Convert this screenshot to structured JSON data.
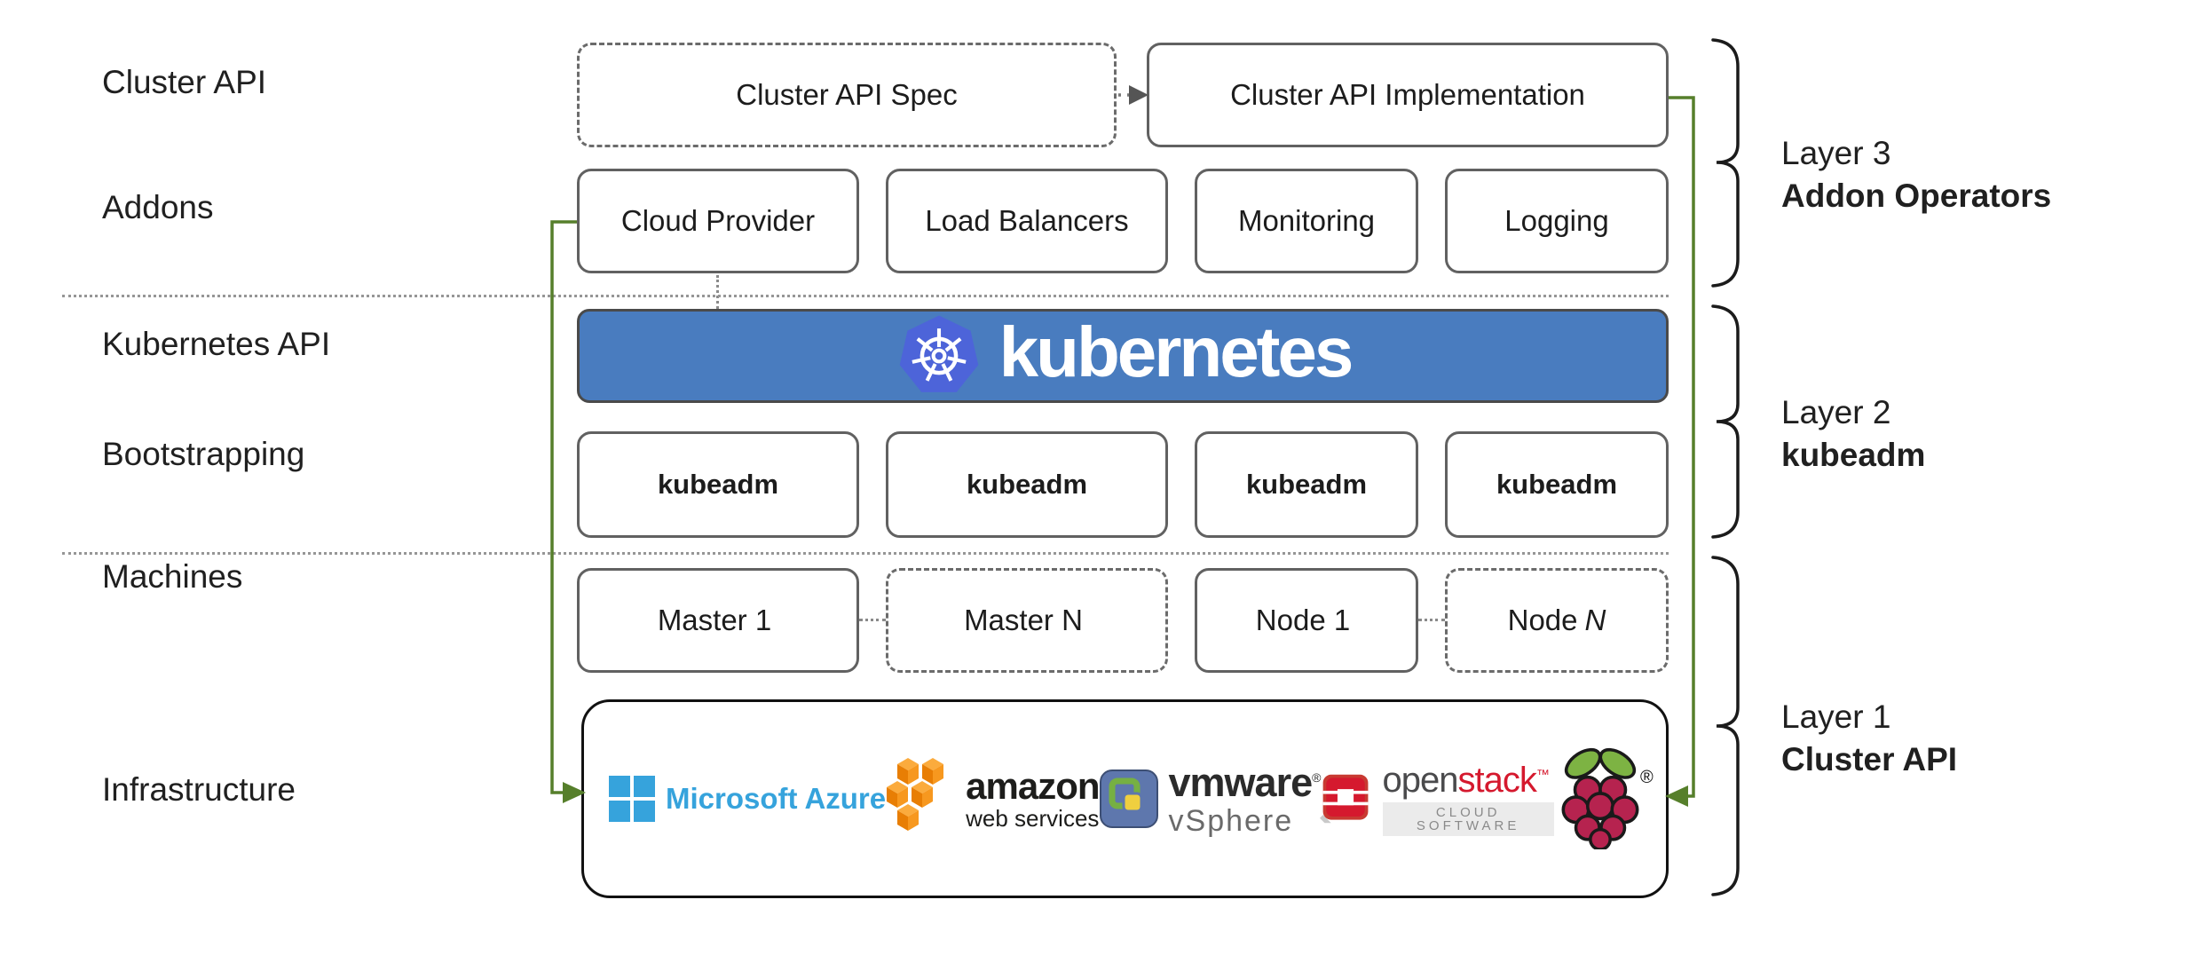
{
  "title": "Kubernetes Cluster API layered architecture",
  "colors": {
    "kubernetes_bar_blue": "#497CBF",
    "kubernetes_logo_blue": "#4D64D9",
    "connector_green": "#567F2B",
    "box_border_gray": "#616161",
    "azure_blue": "#36A3DC",
    "aws_orange": "#F7981F",
    "openstack_red": "#D5192E",
    "raspberry_crimson": "#B6234F",
    "leaf_green": "#7DB343"
  },
  "row_labels": {
    "cluster_api": "Cluster API",
    "addons": "Addons",
    "kubernetes_api": "Kubernetes API",
    "bootstrapping": "Bootstrapping",
    "machines": "Machines",
    "infrastructure": "Infrastructure"
  },
  "top_row": {
    "spec_label": "Cluster API Spec",
    "impl_label": "Cluster API Implementation"
  },
  "addons_row": {
    "items": [
      "Cloud Provider",
      "Load Balancers",
      "Monitoring",
      "Logging"
    ]
  },
  "kubernetes_bar": {
    "wordmark": "kubernetes"
  },
  "bootstrapping_row": {
    "items": [
      "kubeadm",
      "kubeadm",
      "kubeadm",
      "kubeadm"
    ]
  },
  "machines_row": {
    "items": [
      {
        "label": "Master 1",
        "n": ""
      },
      {
        "label": "Master N",
        "n": ""
      },
      {
        "label": "Node 1",
        "n": ""
      },
      {
        "label": "Node",
        "n": "N"
      }
    ]
  },
  "infrastructure": {
    "azure_text": "Microsoft Azure",
    "aws_text": "amazon",
    "aws_sub": "web services",
    "vmware_text": "vmware",
    "vmware_reg": "®",
    "vsphere_text": "vSphere",
    "openstack_open": "open",
    "openstack_stack": "stack",
    "openstack_tm": "™",
    "openstack_sub": "CLOUD SOFTWARE",
    "rpi_reg": "®"
  },
  "layer_labels": [
    {
      "layer": "Layer 3",
      "name": "Addon Operators"
    },
    {
      "layer": "Layer 2",
      "name": "kubeadm"
    },
    {
      "layer": "Layer 1",
      "name": "Cluster API"
    }
  ]
}
